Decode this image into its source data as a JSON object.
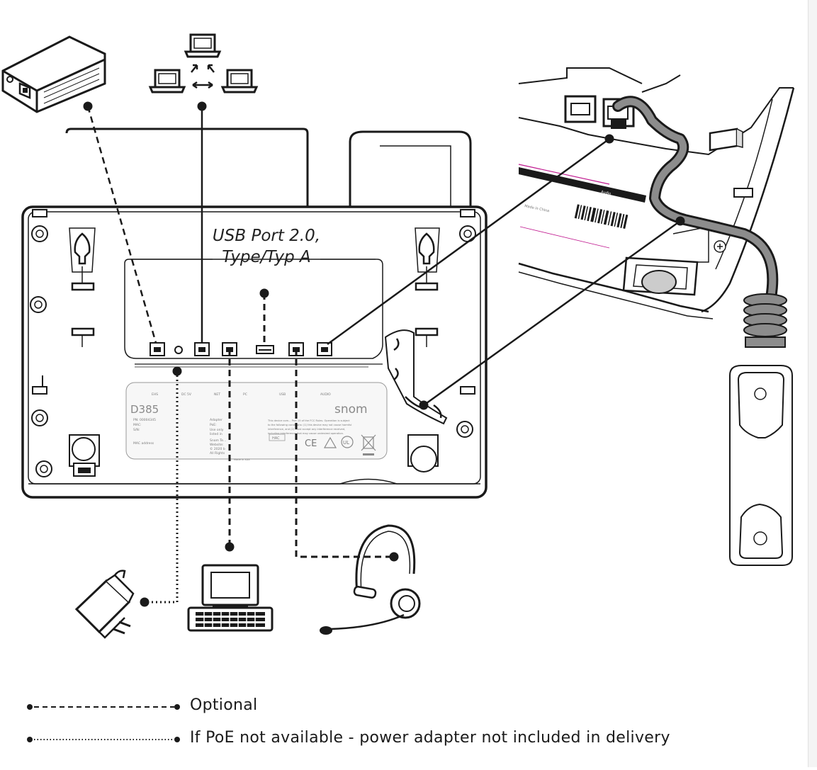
{
  "usb_callout": {
    "line1": "USB Port 2.0,",
    "line2": "Type/Typ A"
  },
  "label_plate": {
    "model": "D385",
    "brand": "snom",
    "port_labels": [
      "EHS",
      "DC 5V",
      "NET",
      "PC",
      "USB",
      "AUDIO"
    ],
    "left_fields": [
      "PN: 00004345",
      "MAC:",
      "S/N:",
      "MAC address"
    ],
    "mid_block": [
      "Adapter",
      "PoE:",
      "Use only",
      "listed in",
      "Snom Te...",
      "Website:",
      "© 2020 b",
      "All Rights"
    ],
    "right_block": [
      "This device com... Part 15 of the FCC Rules. Operation is subject",
      "to the following conditions: (1) this device may not cause harmful",
      "interference, and (2) must accept any interference received,",
      "including interference that may cause undesired operation."
    ],
    "made_in": "Made in XXX",
    "hac": "HAC",
    "cert_marks": [
      "CE",
      "UL"
    ]
  },
  "rear_detail": {
    "label_text": "Audio",
    "country": "Made in China"
  },
  "legend": {
    "optional": "Optional",
    "poe_note": "If PoE not available - power adapter not included in delivery"
  },
  "colors": {
    "line": "#1a1a1a",
    "cord": "#8c8c8c",
    "panel": "#f7f7f7"
  }
}
